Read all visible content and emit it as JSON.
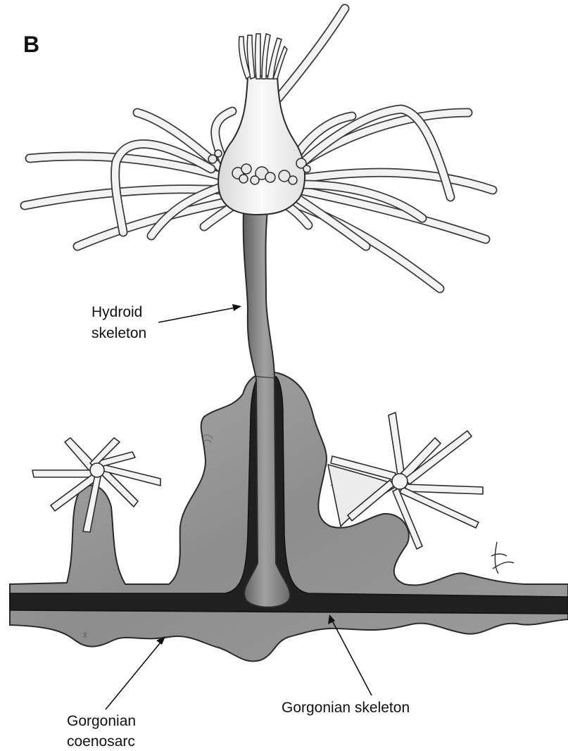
{
  "figure": {
    "panel_label": "B",
    "labels": {
      "hydroid_skeleton": [
        "Hydroid",
        "skeleton"
      ],
      "gorgonian_skeleton": "Gorgonian skeleton",
      "gorgonian_coenosarc": [
        "Gorgonian",
        "coenosarc"
      ]
    },
    "colors": {
      "coenosarc": "#8f8f8f",
      "gorgonian_skeleton": "#202020",
      "hydroid_skeleton": "#8a8a8a",
      "polyp_body": "#f2f2f2",
      "outline": "#2a2a2a"
    },
    "icons": [
      "hydroid-polyp-icon",
      "octocoral-polyp-icon",
      "signature-mark-icon"
    ]
  }
}
